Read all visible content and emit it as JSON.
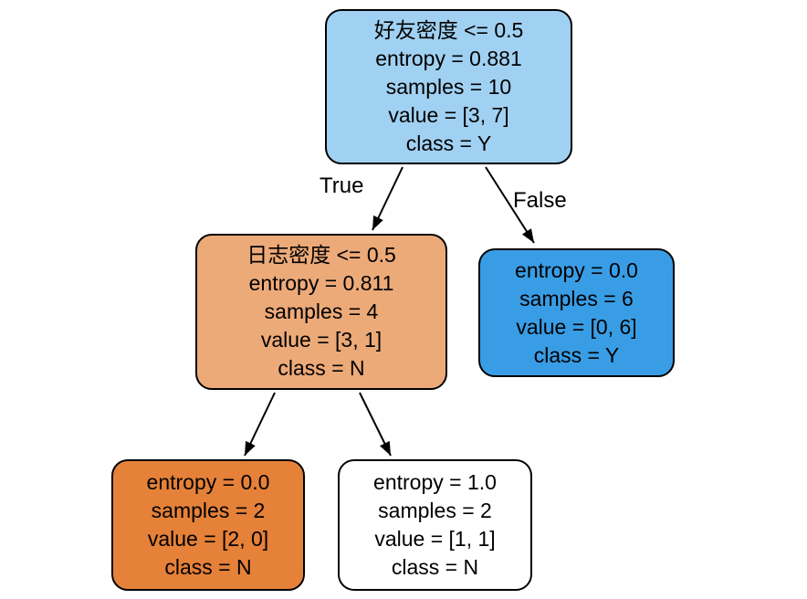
{
  "figure": {
    "kind": "decision-tree",
    "background": "#ffffff"
  },
  "colors": {
    "root_fill": "#a1d1f2",
    "left_fill": "#edaa79",
    "right_fill": "#399de5",
    "leaf_ll_fill": "#e58139",
    "leaf_lr_fill": "#ffffff",
    "border": "#000000",
    "text": "#000000",
    "edge": "#000000"
  },
  "edges": {
    "true_label": "True",
    "false_label": "False"
  },
  "nodes": {
    "root": {
      "lines": [
        "好友密度 <= 0.5",
        "entropy = 0.881",
        "samples = 10",
        "value = [3, 7]",
        "class = Y"
      ]
    },
    "left": {
      "lines": [
        "日志密度 <= 0.5",
        "entropy = 0.811",
        "samples = 4",
        "value = [3, 1]",
        "class = N"
      ]
    },
    "right": {
      "lines": [
        "entropy = 0.0",
        "samples = 6",
        "value = [0, 6]",
        "class = Y"
      ]
    },
    "leaf_ll": {
      "lines": [
        "entropy = 0.0",
        "samples = 2",
        "value = [2, 0]",
        "class = N"
      ]
    },
    "leaf_lr": {
      "lines": [
        "entropy = 1.0",
        "samples = 2",
        "value = [1, 1]",
        "class = N"
      ]
    }
  }
}
